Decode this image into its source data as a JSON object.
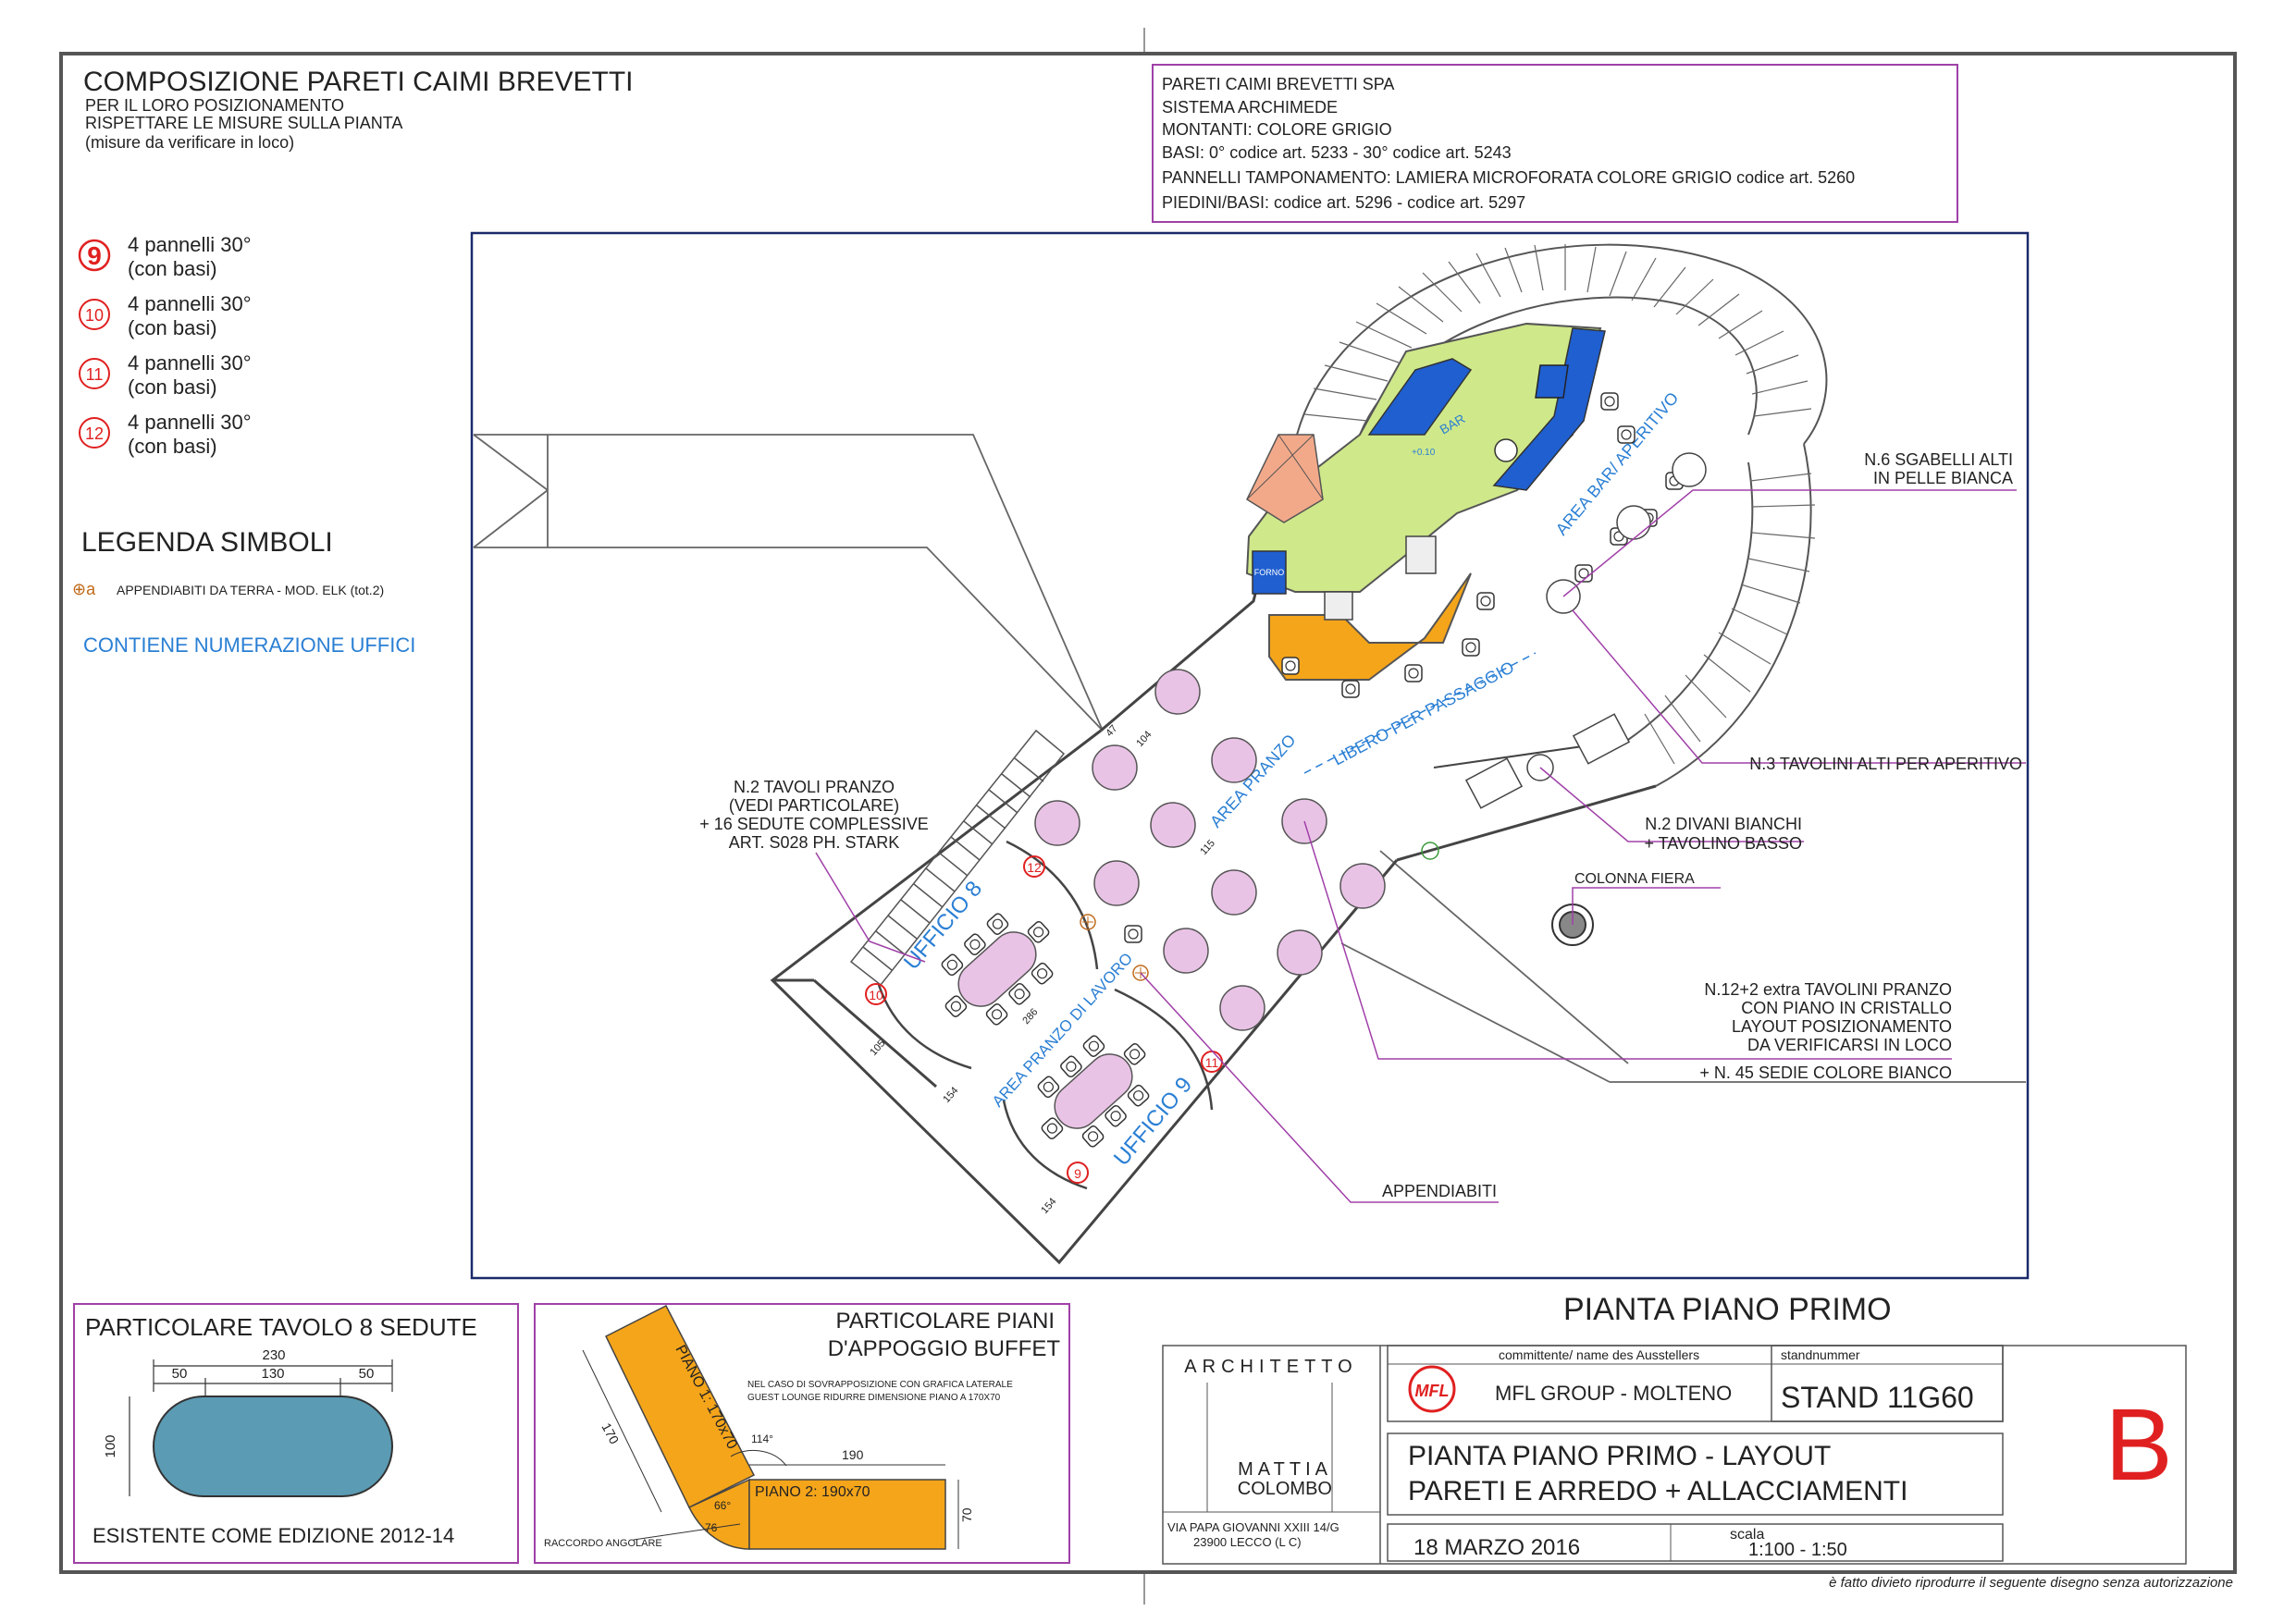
{
  "composition": {
    "title": "COMPOSIZIONE PARETI CAIMI BREVETTI",
    "lines": [
      "PER IL LORO POSIZIONAMENTO",
      "RISPETTARE LE MISURE SULLA PIANTA",
      "(misure da verificare in loco)"
    ],
    "items": [
      {
        "num": "9",
        "line1": "4 pannelli 30°",
        "line2": "(con basi)"
      },
      {
        "num": "10",
        "line1": "4 pannelli 30°",
        "line2": "(con basi)"
      },
      {
        "num": "11",
        "line1": "4 pannelli 30°",
        "line2": "(con basi)"
      },
      {
        "num": "12",
        "line1": "4 pannelli 30°",
        "line2": "(con basi)"
      }
    ]
  },
  "legend": {
    "title": "LEGENDA SIMBOLI",
    "symbol_label": "APPENDIABITI DA TERRA - MOD. ELK (tot.2)",
    "symbol_glyph": "⊕a",
    "offices_note": "CONTIENE NUMERAZIONE UFFICI"
  },
  "spec": {
    "lines": [
      "PARETI CAIMI BREVETTI SPA",
      "SISTEMA ARCHIMEDE",
      "MONTANTI: COLORE GRIGIO",
      "BASI: 0° codice art. 5233 - 30° codice art. 5243",
      "PANNELLI TAMPONAMENTO: LAMIERA MICROFORATA COLORE GRIGIO codice art. 5260",
      "PIEDINI/BASI: codice art. 5296 - codice art. 5297"
    ]
  },
  "plan": {
    "bar_label": "BAR",
    "bar_level": "+0.10",
    "forno_label": "FORNO",
    "area_bar": "AREA BAR/ APERITIVO",
    "area_pranzo": "AREA PRANZO",
    "libero": "LIBERO   PER   PASSAGGIO",
    "area_lavoro": "AREA PRANZO DI LAVORO",
    "ufficio8": "UFFICIO 8",
    "ufficio9": "UFFICIO 9",
    "dims": [
      "104",
      "47",
      "115",
      "105",
      "286",
      "154",
      "154"
    ],
    "panel_numbers": [
      "12",
      "10",
      "11",
      "9"
    ],
    "annotations": {
      "sgabelli": [
        "N.6 SGABELLI ALTI",
        "IN PELLE BIANCA"
      ],
      "tavolini_alti": "N.3 TAVOLINI ALTI PER APERITIVO",
      "divani": [
        "N.2 DIVANI BIANCHI",
        "+ TAVOLINO BASSO"
      ],
      "colonna": "COLONNA FIERA",
      "tavoli_pranzo": [
        "N.2 TAVOLI PRANZO",
        "(VEDI PARTICOLARE)",
        "+ 16 SEDUTE COMPLESSIVE",
        "ART. S028 PH. STARK"
      ],
      "tavolini_extra": [
        "N.12+2 extra TAVOLINI PRANZO",
        "CON PIANO IN CRISTALLO",
        "LAYOUT POSIZIONAMENTO",
        "DA VERIFICARSI IN LOCO"
      ],
      "sedie": "+ N. 45 SEDIE COLORE BIANCO",
      "appendiabiti": "APPENDIABITI"
    }
  },
  "detail_table": {
    "title": "PARTICOLARE  TAVOLO  8 SEDUTE",
    "total": "230",
    "seg1": "50",
    "seg2": "130",
    "seg3": "50",
    "height": "100",
    "note": "ESISTENTE COME EDIZIONE 2012-14"
  },
  "detail_buffet": {
    "title1": "PARTICOLARE  PIANI",
    "title2": "D'APPOGGIO BUFFET",
    "note1": "NEL CASO DI SOVRAPPOSIZIONE CON GRAFICA LATERALE",
    "note2": "GUEST LOUNGE RIDURRE DIMENSIONE PIANO A 170X70",
    "piano1": "PIANO 1: 170x70",
    "piano2": "PIANO 2: 190x70",
    "d170": "170",
    "d190": "190",
    "d70": "70",
    "a114": "114°",
    "a66": "66°",
    "d76": "76",
    "raccordo": "RACCORDO ANGOLARE"
  },
  "titleblock": {
    "drawing_title": "PIANTA PIANO PRIMO",
    "architect_label": "ARCHITETTO",
    "architect_first": "MATTIA",
    "architect_last": "COLOMBO",
    "address1": "VIA  PAPA GIOVANNI XXIII 14/G",
    "address2": "23900  LECCO (L C)",
    "client_caption": "committente/ name des Ausstellers",
    "client_name": "MFL GROUP - MOLTENO",
    "logo_text": "MFL",
    "stand_caption": "standnummer",
    "stand_number": "STAND 11G60",
    "desc1": "PIANTA PIANO PRIMO - LAYOUT",
    "desc2": "PARETI E ARREDO + ALLACCIAMENTI",
    "date": "18 MARZO  2016",
    "scale_caption": "scala",
    "scale": "1:100 - 1:50",
    "revision": "B",
    "footer": "è fatto divieto riprodurre il seguente disegno senza autorizzazione"
  },
  "colors": {
    "frame": "#555555",
    "plan_border": "#1a2a6a",
    "magenta": "#a040a8",
    "counter_green": "#cfe88a",
    "counter_blue": "#1f5fd0",
    "orange": "#f5a51a",
    "salmon": "#f2a98a",
    "table_pink": "#e9c3e6",
    "red": "#e02020",
    "table_detail": "#5b9bb4",
    "label_blue": "#2a7fd4"
  }
}
